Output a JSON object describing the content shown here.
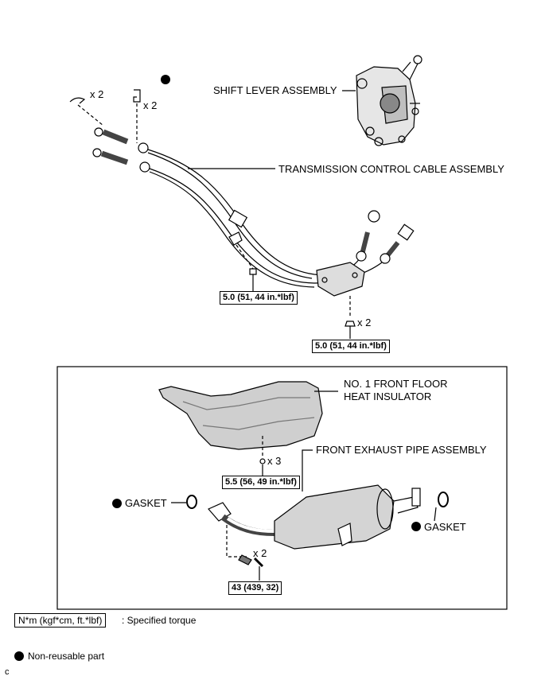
{
  "labels": {
    "shift_lever": "SHIFT LEVER ASSEMBLY",
    "cable": "TRANSMISSION CONTROL CABLE ASSEMBLY",
    "heat_insulator_line1": "NO. 1 FRONT FLOOR",
    "heat_insulator_line2": "HEAT INSULATOR",
    "exhaust_pipe": "FRONT EXHAUST PIPE ASSEMBLY",
    "gasket_left": "GASKET",
    "gasket_right": "GASKET"
  },
  "quantities": {
    "clip": "x 2",
    "bracket": "x 2",
    "nut_cable": "x 2",
    "nut_insulator": "x 3",
    "bolt_exhaust": "x 2"
  },
  "torques": {
    "cable_bolt": "5.0 (51, 44 in.*lbf)",
    "cable_nut": "5.0 (51, 44 in.*lbf)",
    "insulator_nut": "5.5 (56, 49 in.*lbf)",
    "exhaust_bolt": "43 (439, 32)"
  },
  "legend": {
    "torque_unit": "N*m (kgf*cm, ft.*lbf)",
    "torque_desc": ": Specified torque",
    "nonreusable": "Non-reusable part"
  },
  "corner_mark": "c"
}
